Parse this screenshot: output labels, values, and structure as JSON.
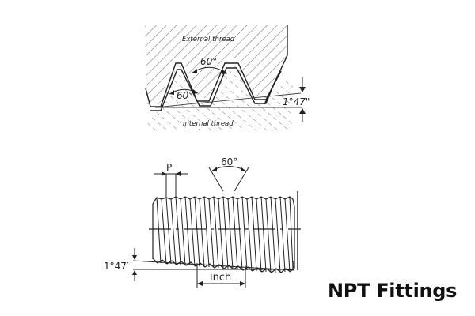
{
  "caption": {
    "title": "NPT Fittings"
  },
  "top_diagram": {
    "external_label": "External thread",
    "internal_label": "Internal thread",
    "angle_external": "60°",
    "angle_internal": "60°",
    "taper_angle": "1°47\""
  },
  "bottom_diagram": {
    "pitch_label": "P",
    "thread_angle": "60°",
    "taper_angle": "1°47′",
    "length_label": "inch"
  },
  "colors": {
    "line": "#222222",
    "hatch": "#555555",
    "background": "#ffffff"
  }
}
